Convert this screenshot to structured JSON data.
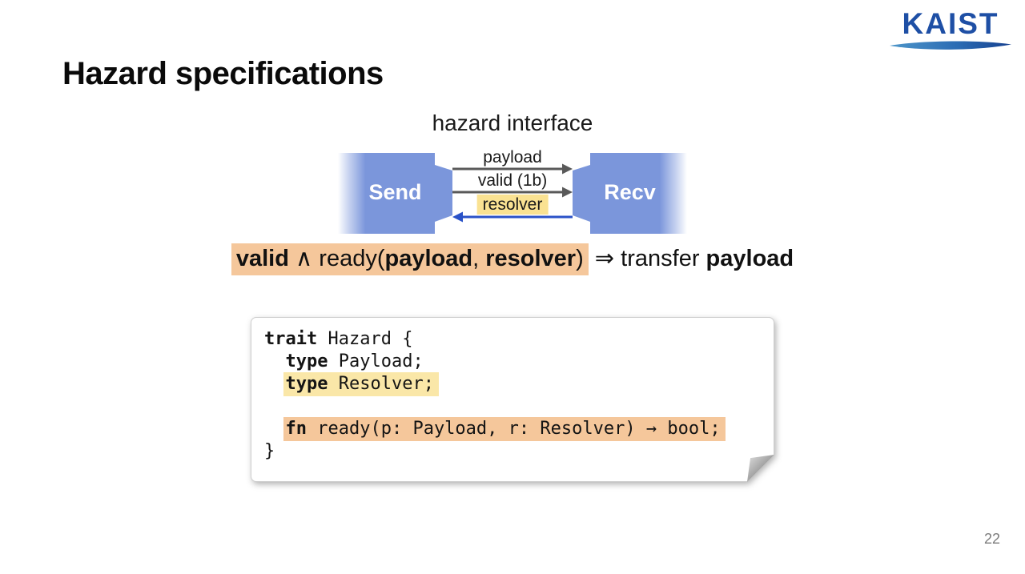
{
  "slide": {
    "title": "Hazard specifications",
    "page_number": "22"
  },
  "logo": {
    "text": "KAIST"
  },
  "diagram": {
    "caption": "hazard interface",
    "send_label": "Send",
    "recv_label": "Recv",
    "signals": [
      {
        "label": "payload",
        "direction": "right",
        "color": "#595959"
      },
      {
        "label": "valid (1b)",
        "direction": "right",
        "color": "#595959"
      },
      {
        "label": "resolver",
        "direction": "left",
        "color": "#2A52C8",
        "highlight": "#FAE292"
      }
    ]
  },
  "formula": {
    "t1": "valid",
    "t2": " ∧ ready(",
    "t3": "payload",
    "t4": ", ",
    "t5": "resolver",
    "t6": ")",
    "t7": " ⇒ transfer ",
    "t8": "payload"
  },
  "code": {
    "l1_kw": "trait",
    "l1_rest": " Hazard {",
    "l2_indent": "  ",
    "l2_kw": "type",
    "l2_rest": " Payload;",
    "l3_indent": "  ",
    "l3_kw": "type",
    "l3_rest": " Resolver;",
    "l4": "",
    "l5_indent": "  ",
    "l5_kw": "fn",
    "l5_rest": " ready(p: Payload, r: Resolver) → bool;",
    "l6": "}"
  },
  "colors": {
    "block_blue": "#7B96DB",
    "arrow_gray": "#595959",
    "arrow_blue": "#2A52C8",
    "resolver_highlight": "#FAE292",
    "formula_highlight": "#F5C79B",
    "code_yellow_highlight": "#FAE7A8",
    "code_orange_highlight": "#F5C79B",
    "kaist_blue": "#1E4FA5",
    "page_number_gray": "#7C7C7C"
  }
}
